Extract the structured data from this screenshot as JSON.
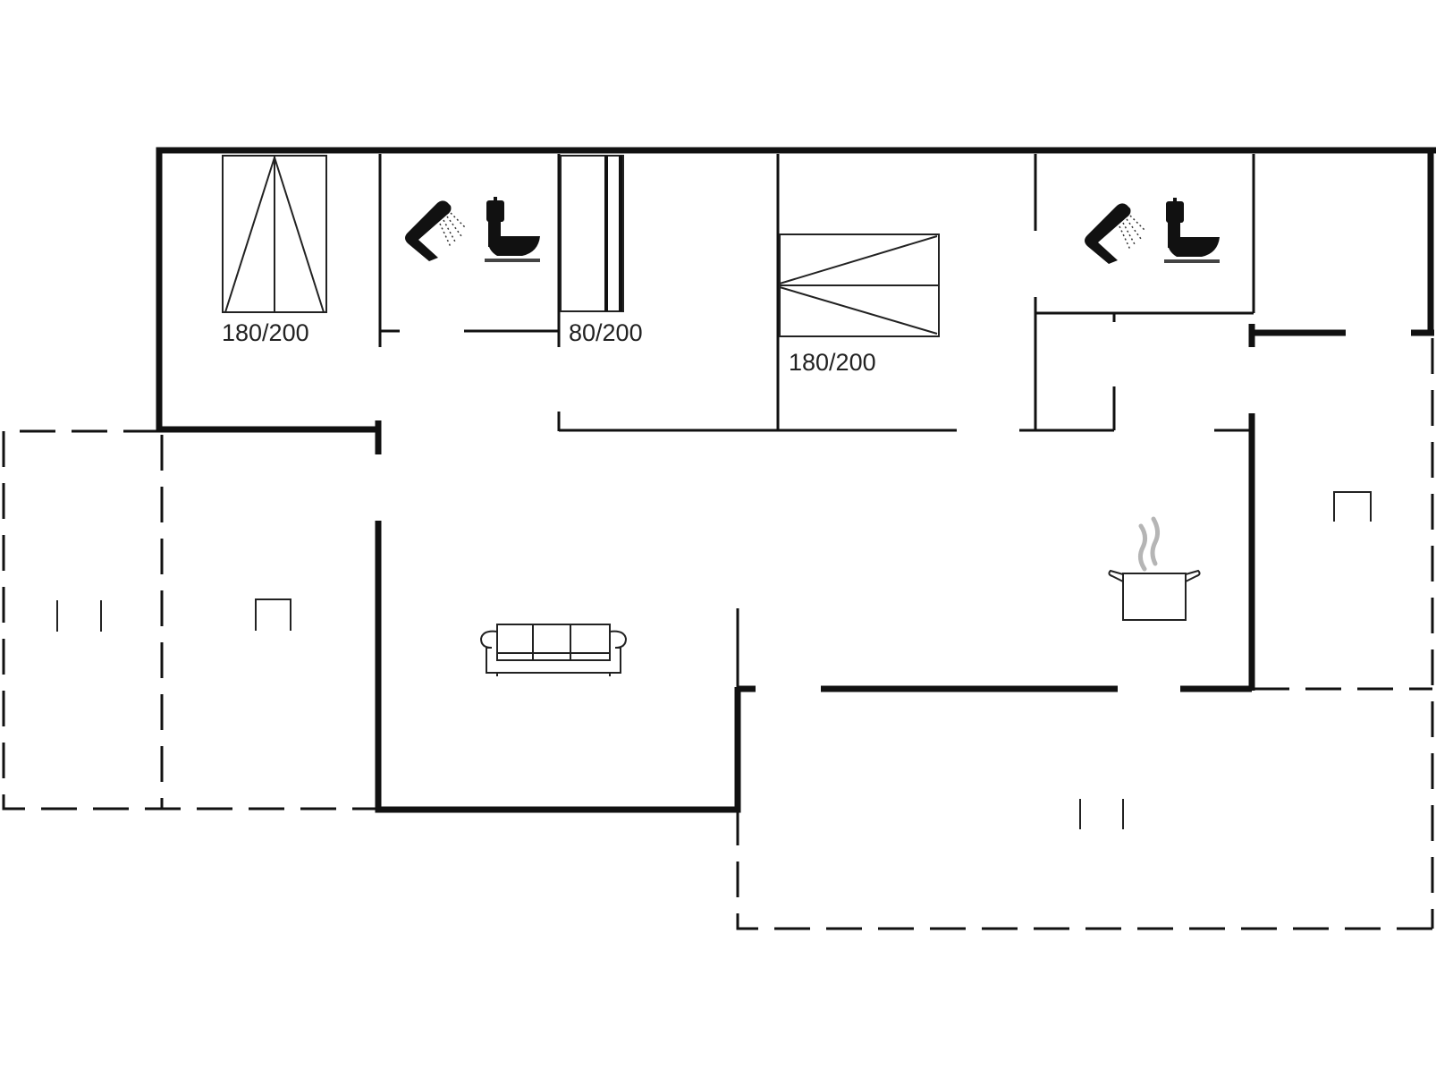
{
  "floor_plan": {
    "title": "",
    "colors": {
      "wall": "#111111",
      "background": "#ffffff",
      "steam": "#b0b0b0"
    },
    "rooms": [
      {
        "id": "bedroom-1",
        "type": "bedroom",
        "bed_label": "180/200",
        "bed_orientation": "vertical"
      },
      {
        "id": "bathroom-1",
        "type": "bathroom",
        "fixtures": [
          "shower-icon",
          "toilet-icon"
        ]
      },
      {
        "id": "bedroom-2",
        "type": "bedroom",
        "bed_label": "80/200",
        "bed_orientation": "vertical"
      },
      {
        "id": "bedroom-3",
        "type": "bedroom",
        "bed_label": "180/200",
        "bed_orientation": "horizontal"
      },
      {
        "id": "bathroom-2",
        "type": "bathroom",
        "fixtures": [
          "shower-icon",
          "toilet-icon"
        ]
      },
      {
        "id": "utility-room",
        "type": "utility"
      },
      {
        "id": "storage",
        "type": "storage"
      },
      {
        "id": "living-room",
        "type": "living",
        "fixtures": [
          "sofa-icon"
        ]
      },
      {
        "id": "kitchen",
        "type": "kitchen",
        "fixtures": [
          "cooking-pot-icon"
        ]
      },
      {
        "id": "terrace-west",
        "type": "terrace",
        "fixtures": [
          "door-symbol",
          "window-symbol"
        ]
      },
      {
        "id": "terrace-east",
        "type": "terrace",
        "fixtures": [
          "door-symbol"
        ]
      },
      {
        "id": "terrace-south",
        "type": "terrace",
        "fixtures": [
          "window-symbol"
        ]
      }
    ],
    "labels": {
      "bed1": "180/200",
      "bed2": "80/200",
      "bed3": "180/200"
    }
  }
}
